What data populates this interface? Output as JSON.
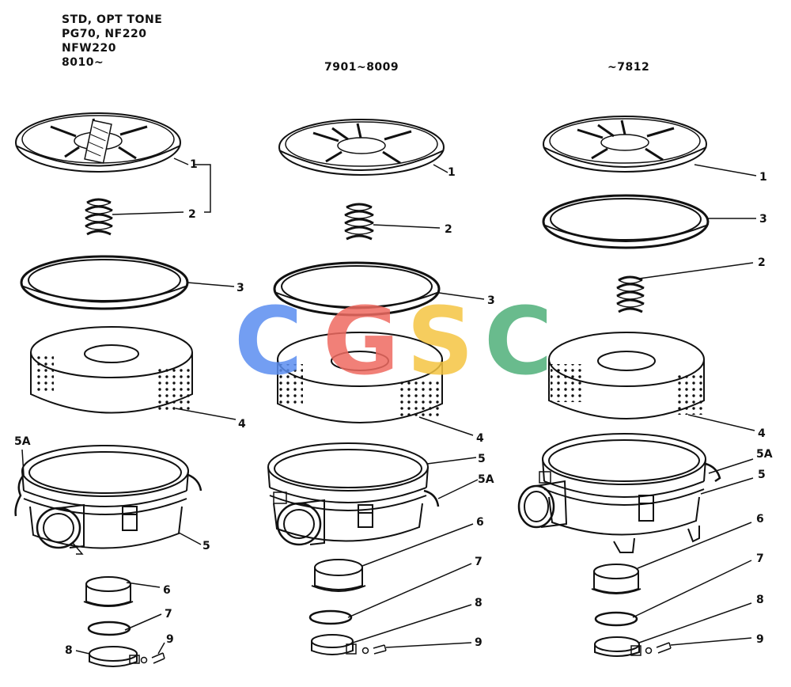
{
  "header": {
    "left_lines": [
      "STD, OPT TONE",
      "PG70, NF220",
      "NFW220",
      "8010~"
    ],
    "middle": "7901~8009",
    "right": "~7812"
  },
  "watermark": {
    "letters": [
      "C",
      "G",
      "S",
      "C"
    ],
    "colors": [
      "#5b8ef0",
      "#ef6b61",
      "#f5c542",
      "#4fb07a"
    ]
  },
  "callouts": {
    "left": [
      "1",
      "2",
      "3",
      "4",
      "5A",
      "5",
      "6",
      "7",
      "8",
      "9"
    ],
    "middle": [
      "1",
      "2",
      "3",
      "4",
      "5",
      "5A",
      "6",
      "7",
      "8",
      "9"
    ],
    "right": [
      "1",
      "3",
      "2",
      "4",
      "5A",
      "5",
      "6",
      "7",
      "8",
      "9"
    ]
  }
}
